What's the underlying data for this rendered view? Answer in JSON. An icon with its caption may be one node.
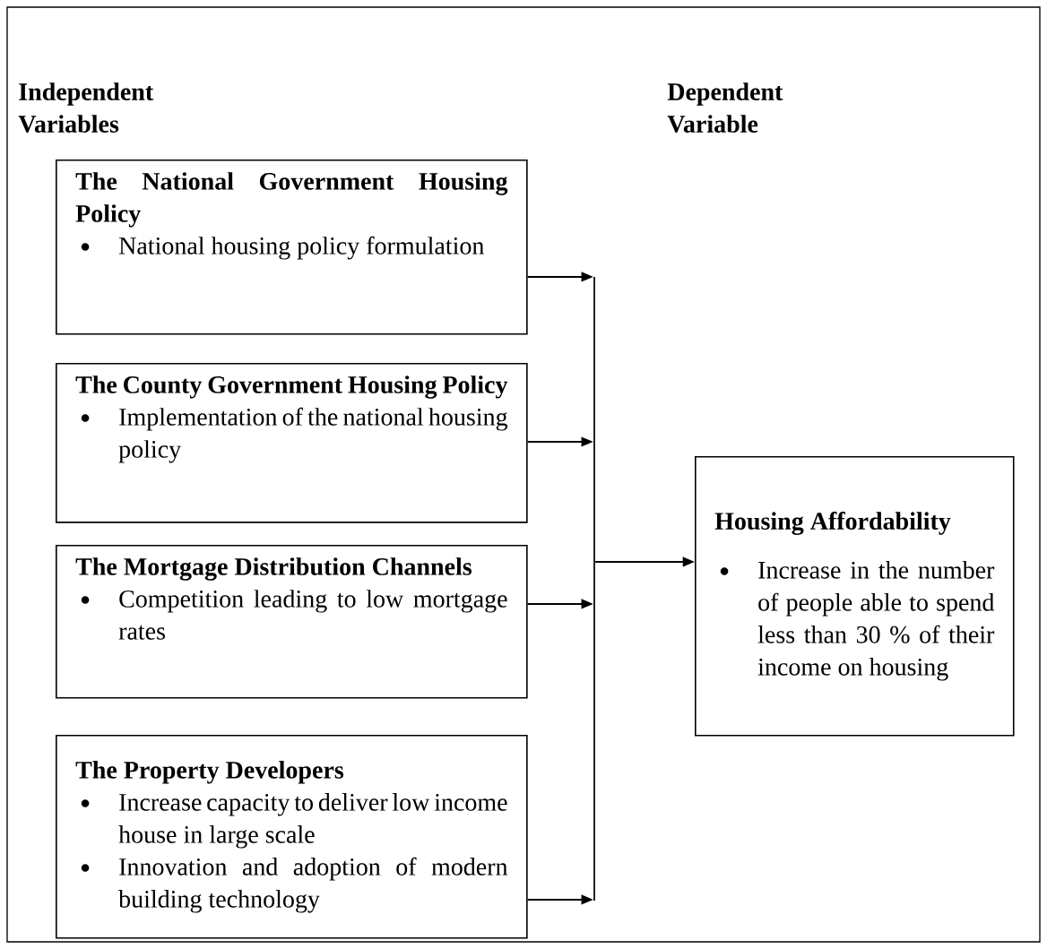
{
  "diagram": {
    "nodes": [
      {
        "text": [
          "The National Government Housing Policy",
          "National housing policy formulation"
        ]
      },
      {
        "text": [
          "The County Government Housing Policy",
          "Implementation of the national housing policy"
        ]
      },
      {
        "text": [
          "The Mortgage Distribution Channels",
          "Competition leading to low mortgage rates"
        ]
      },
      {
        "text": [
          "The Property Developers",
          "Increase capacity to deliver low income house in large scale",
          "Innovation and adoption of modern building technology"
        ]
      },
      {
        "text": [
          "Housing Affordability",
          "Increase in the number of people able to spend less than 30 % of their income on housing"
        ]
      },
      {
        "text": [],
        "shape": "bar"
      }
    ],
    "edges": [
      {
        "from": 0,
        "to": 5,
        "arrow": "to"
      },
      {
        "from": 1,
        "to": 5,
        "arrow": "to"
      },
      {
        "from": 2,
        "to": 5,
        "arrow": "to"
      },
      {
        "from": 3,
        "to": 5,
        "arrow": "to"
      },
      {
        "from": 5,
        "to": 4,
        "arrow": "to"
      }
    ],
    "labels": [
      "Independent Variables",
      "Dependent Variable"
    ]
  }
}
